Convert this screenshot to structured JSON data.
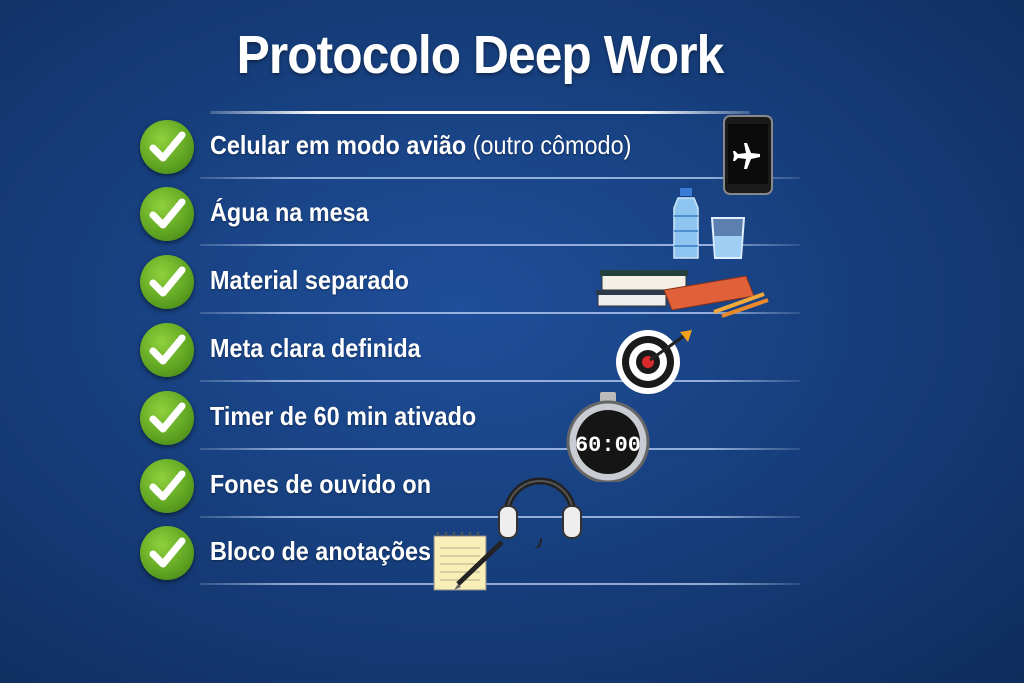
{
  "title": "Protocolo Deep Work",
  "colors": {
    "background": "#17407f",
    "check": "#5ea321",
    "text": "#ffffff"
  },
  "items": [
    {
      "label": "Celular em modo avião",
      "note": "(outro cômodo)",
      "icon": "airplane-mode-phone-icon"
    },
    {
      "label": "Água na mesa",
      "note": "",
      "icon": "water-bottle-glass-icon"
    },
    {
      "label": "Material separado",
      "note": "",
      "icon": "books-pencils-icon"
    },
    {
      "label": "Meta clara definida",
      "note": "",
      "icon": "target-arrow-icon"
    },
    {
      "label": "Timer de 60 min ativado",
      "note": "",
      "icon": "stopwatch-icon"
    },
    {
      "label": "Fones de ouvido on",
      "note": "",
      "icon": "headphones-icon"
    },
    {
      "label": "Bloco de anotações",
      "note": "",
      "icon": "notepad-pen-icon"
    }
  ],
  "timer_display": "60:00"
}
